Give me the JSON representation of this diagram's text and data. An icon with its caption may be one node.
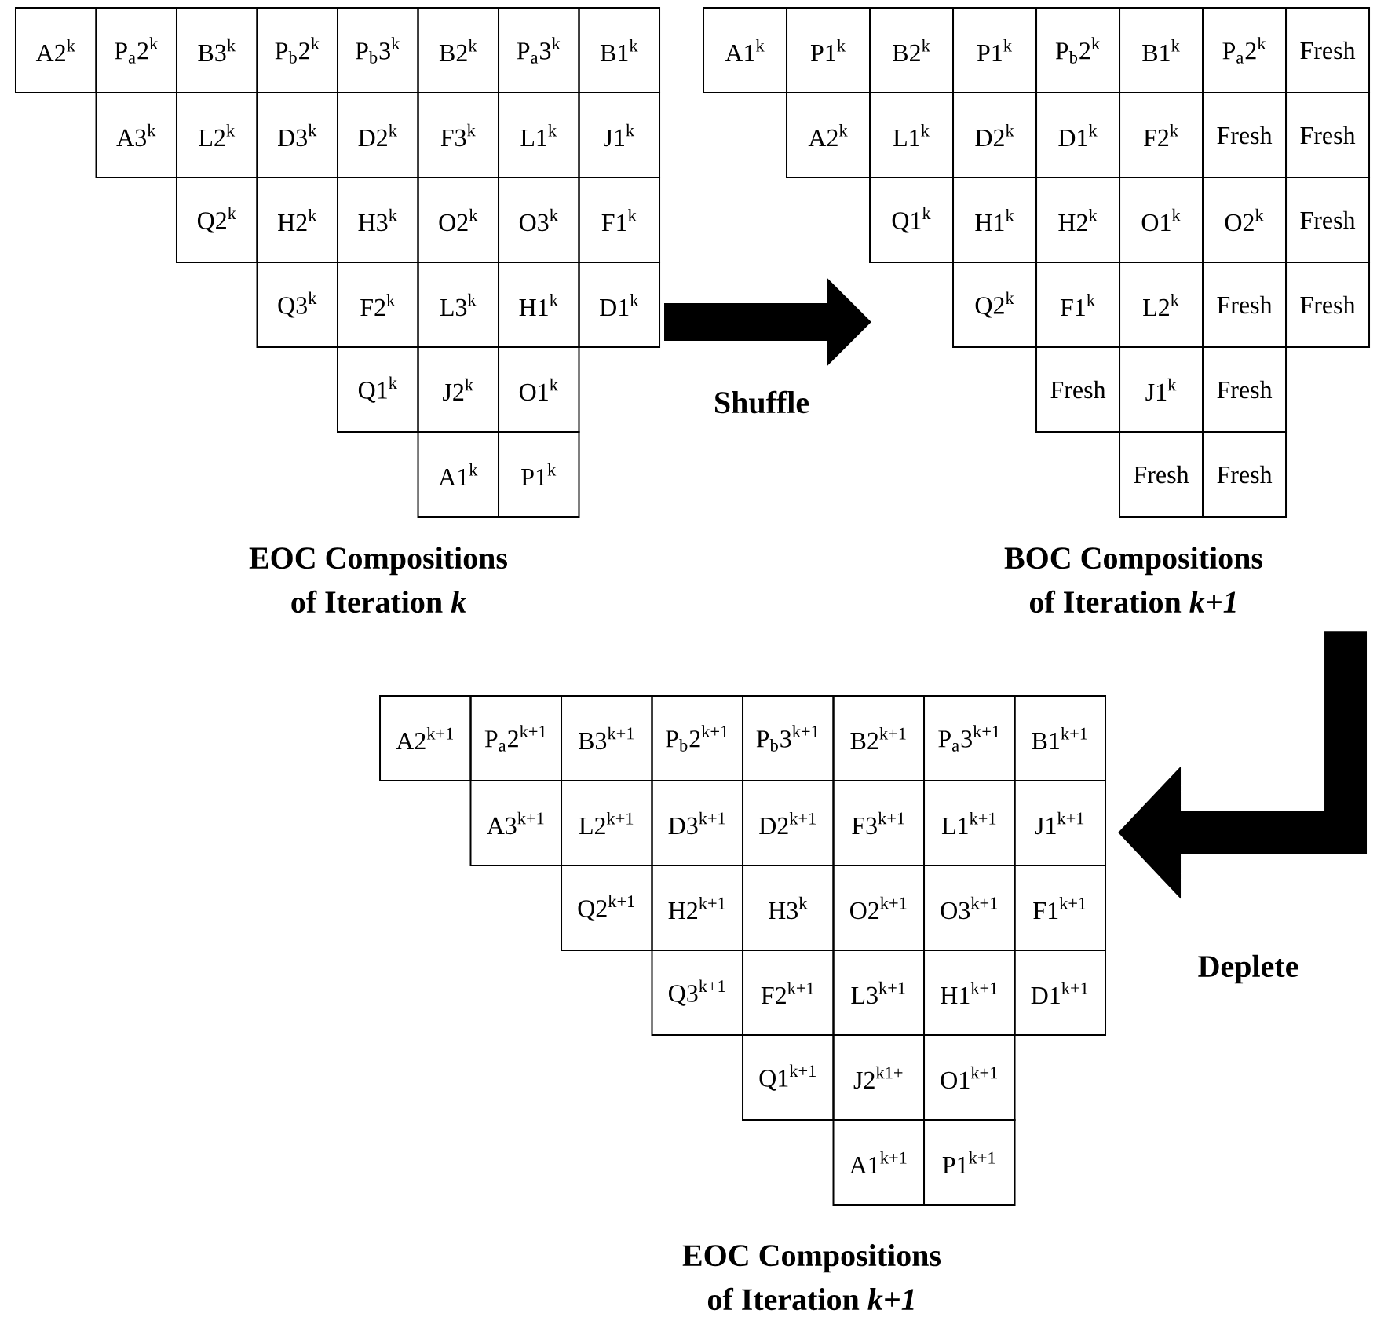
{
  "diagram": {
    "nodes": [
      {
        "text": [
          "A2$^{k}$",
          "P$_{a}$2$^{k}$",
          "B3$^{k}$",
          "P$_{b}$2$^{k}$",
          "P$_{b}$3$^{k}$",
          "B2$^{k}$",
          "P$_{a}$3$^{k}$",
          "B1$^{k}$",
          "A3$^{k}$",
          "L2$^{k}$",
          "D3$^{k}$",
          "D2$^{k}$",
          "F3$^{k}$",
          "L1$^{k}$",
          "J1$^{k}$",
          "Q2$^{k}$",
          "H2$^{k}$",
          "H3$^{k}$",
          "O2$^{k}$",
          "O3$^{k}$",
          "F1$^{k}$",
          "Q3$^{k}$",
          "F2$^{k}$",
          "L3$^{k}$",
          "H1$^{k}$",
          "D1$^{k}$",
          "Q1$^{k}$",
          "J2$^{k}$",
          "O1$^{k}$",
          "A1$^{k}$",
          "P1$^{k}$"
        ],
        "beside": [
          "EOC Compositions of Iteration *k*"
        ]
      },
      {
        "text": [
          "A1$^{k}$",
          "P1$^{k}$",
          "B2$^{k}$",
          "P1$^{k}$",
          "P$_{b}$2$^{k}$",
          "B1$^{k}$",
          "P$_{a}$2$^{k}$",
          "Fresh",
          "A2$^{k}$",
          "L1$^{k}$",
          "D2$^{k}$",
          "D1$^{k}$",
          "F2$^{k}$",
          "Fresh",
          "Fresh",
          "Q1$^{k}$",
          "H1$^{k}$",
          "H2$^{k}$",
          "O1$^{k}$",
          "O2$^{k}$",
          "Fresh",
          "Q2$^{k}$",
          "F1$^{k}$",
          "L2$^{k}$",
          "Fresh",
          "Fresh",
          "Fresh",
          "J1$^{k}$",
          "Fresh",
          "Fresh",
          "Fresh"
        ],
        "beside": [
          "BOC Compositions of Iteration *k+1*"
        ]
      },
      {
        "text": [
          "A2$^{k+1}$",
          "P$_{a}$2$^{k+1}$",
          "B3$^{k+1}$",
          "P$_{b}$2$^{k+1}$",
          "P$_{b}$3$^{k+1}$",
          "B2$^{k+1}$",
          "P$_{a}$3$^{k+1}$",
          "B1$^{k+1}$",
          "A3$^{k+1}$",
          "L2$^{k+1}$",
          "D3$^{k+1}$",
          "D2$^{k+1}$",
          "F3$^{k+1}$",
          "L1$^{k+1}$",
          "J1$^{k+1}$",
          "Q2$^{k+1}$",
          "H2$^{k+1}$",
          "H3$^{k}$",
          "O2$^{k+1}$",
          "O3$^{k+1}$",
          "F1$^{k+1}$",
          "Q3$^{k+1}$",
          "F2$^{k+1}$",
          "L3$^{k+1}$",
          "H1$^{k+1}$",
          "D1$^{k+1}$",
          "Q1$^{k+1}$",
          "J2$^{k1+}$",
          "O1$^{k+1}$",
          "A1$^{k+1}$",
          "P1$^{k+1}$"
        ],
        "beside": [
          "EOC Compositions of Iteration *k+1*"
        ]
      }
    ],
    "edges": [
      {
        "from": 0,
        "to": 1,
        "arrow": "to",
        "label": "Shuffle"
      },
      {
        "from": 1,
        "to": 2,
        "arrow": "to",
        "label": "Deplete"
      }
    ]
  }
}
